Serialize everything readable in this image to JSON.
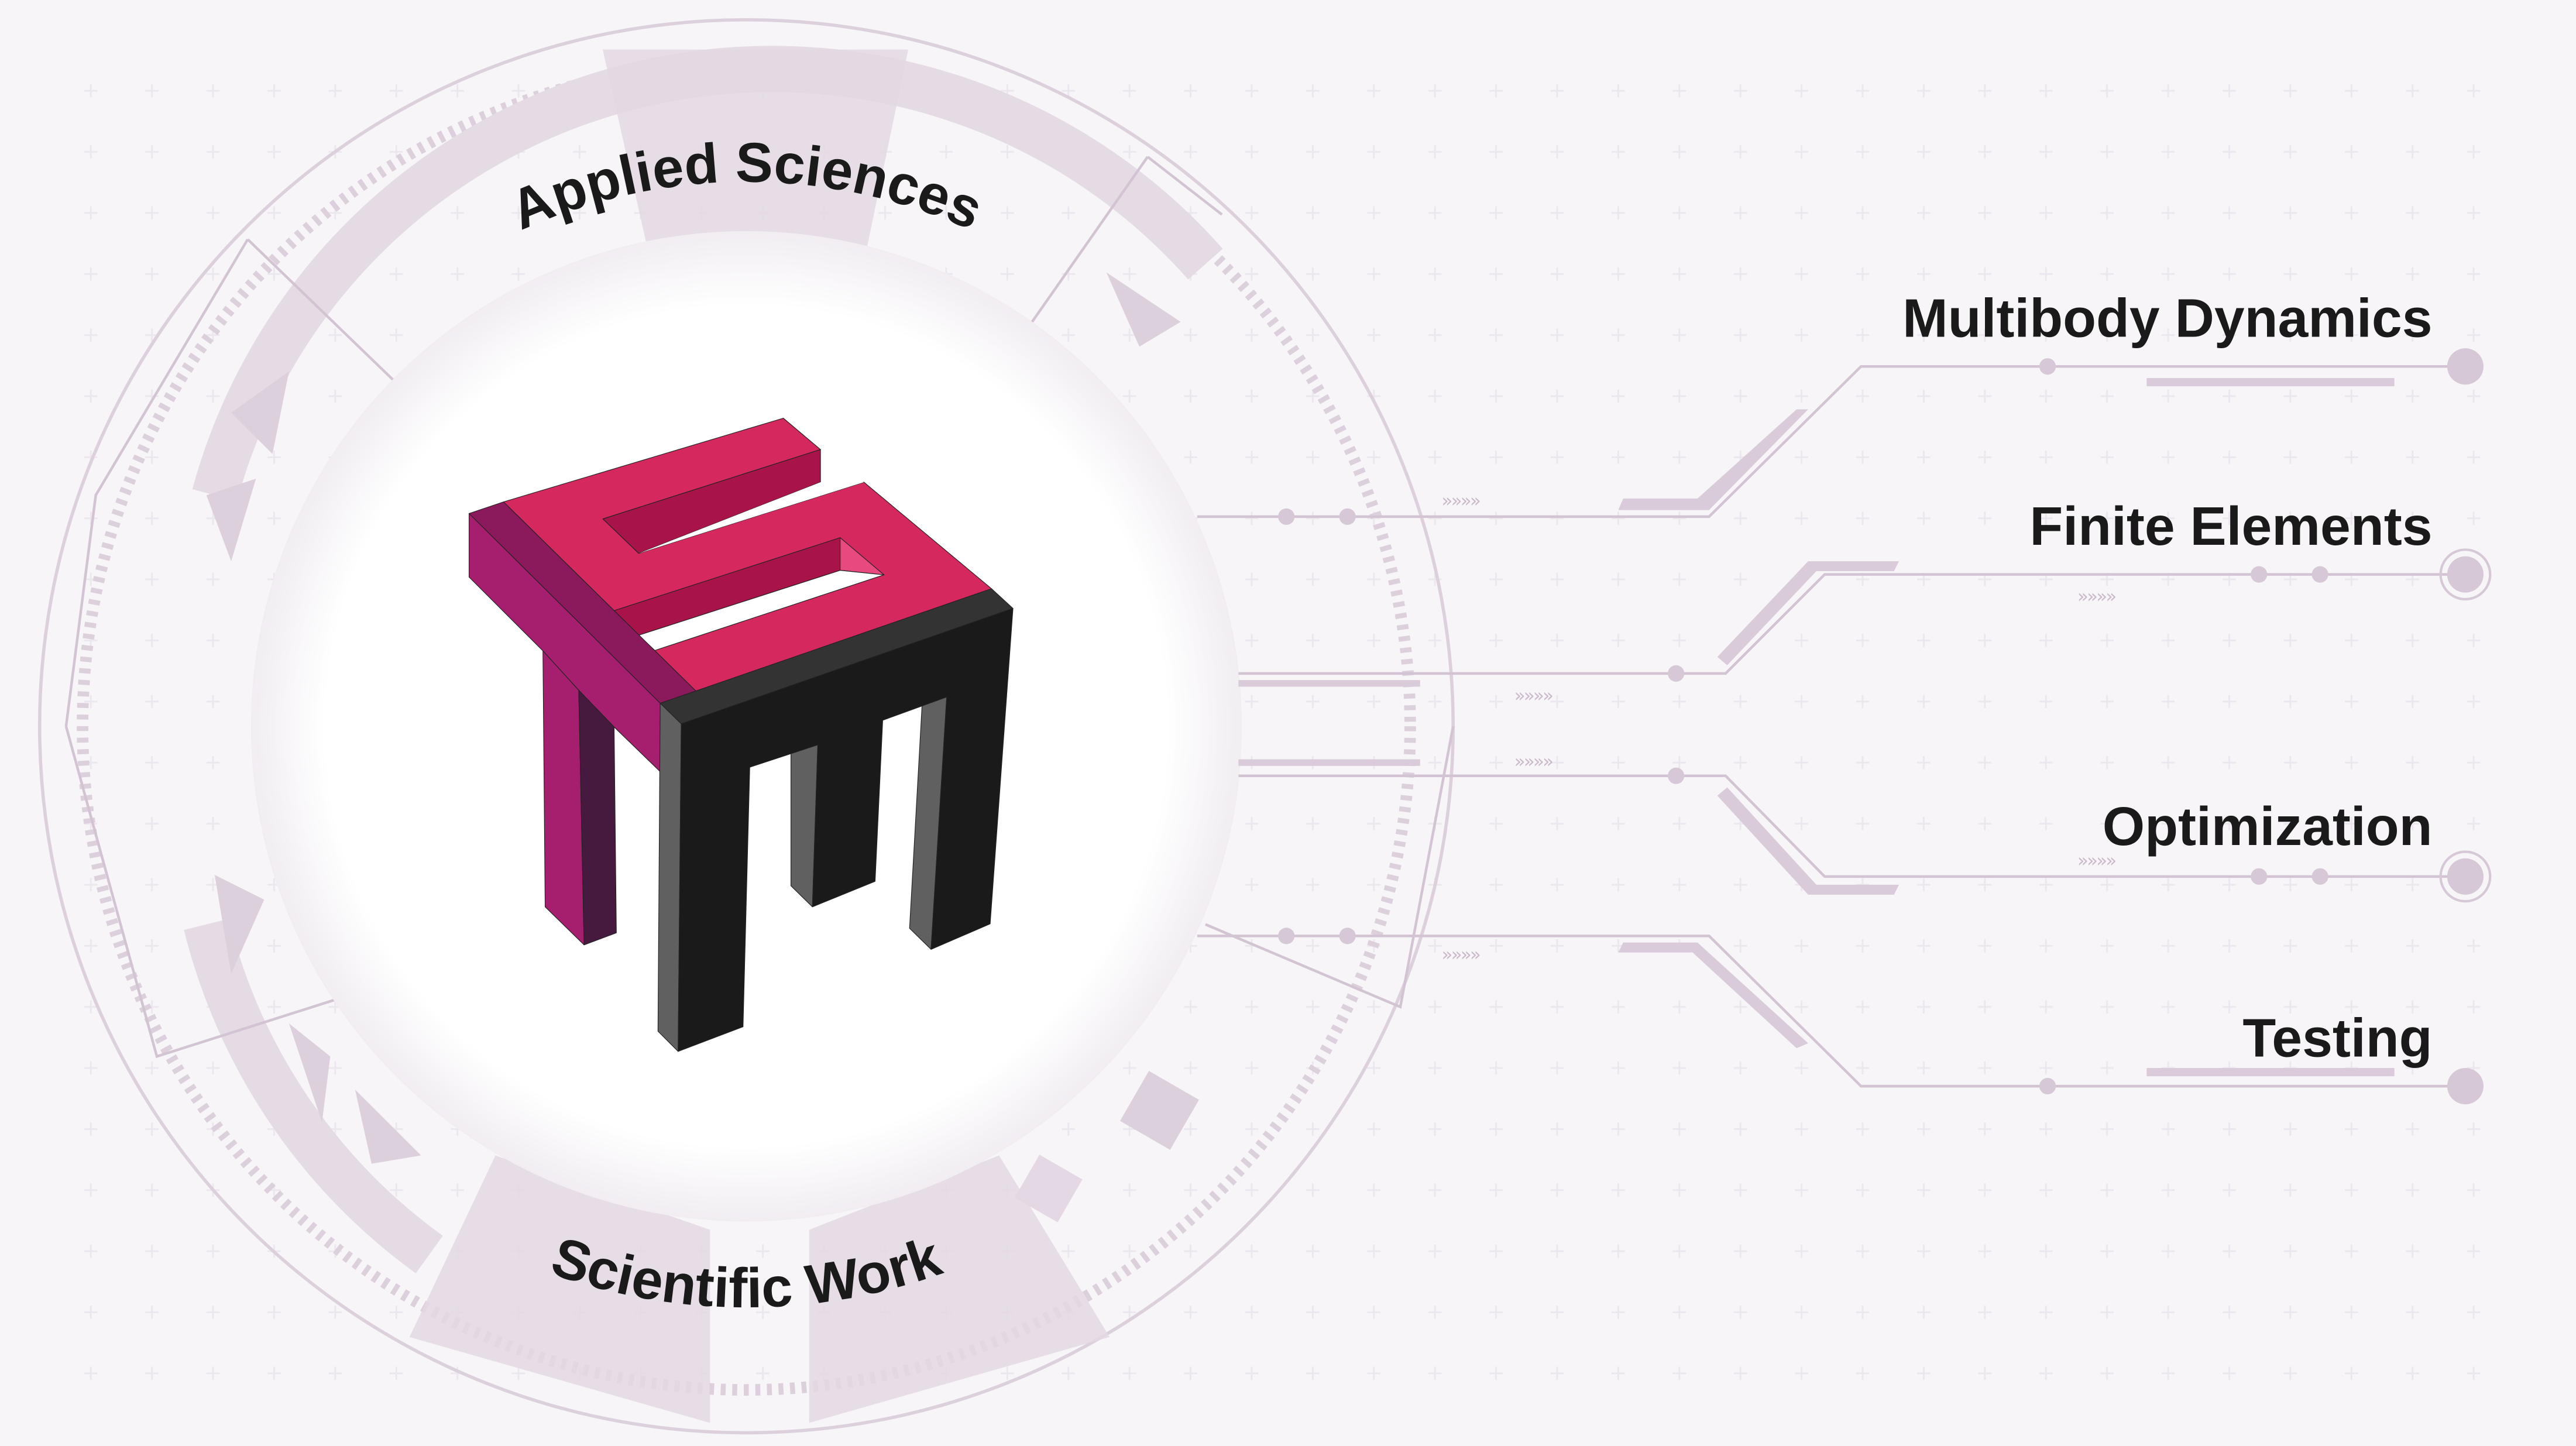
{
  "ring": {
    "top_label": "Applied Sciences",
    "bottom_label": "Scientific Work"
  },
  "logo": {
    "name": "TEM 3D logo",
    "colors": {
      "pink": "#D4285F",
      "crimson": "#A8144A",
      "magenta": "#A61F6E",
      "dark_magenta": "#8B1A5C",
      "plum": "#451A3E",
      "black": "#1A1A1A",
      "gray": "#606060",
      "dark_gray": "#333333"
    }
  },
  "branches": [
    {
      "label": "Multibody Dynamics"
    },
    {
      "label": "Finite Elements"
    },
    {
      "label": "Optimization"
    },
    {
      "label": "Testing"
    }
  ],
  "chevron_glyph": "»»»»",
  "colors": {
    "background": "#f7f5f8",
    "accent": "#d3c4d3",
    "text": "#1a1a1a"
  }
}
